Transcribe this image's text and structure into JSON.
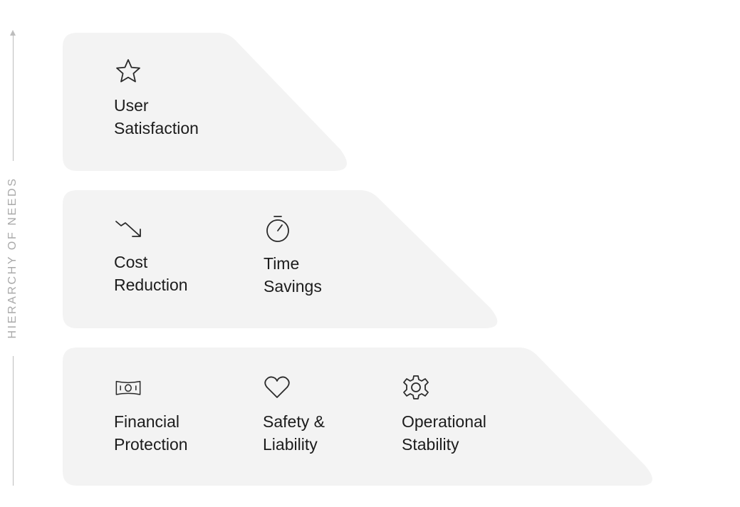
{
  "axis": {
    "label": "HIERARCHY OF NEEDS"
  },
  "tiers": [
    {
      "items": [
        {
          "icon": "star-icon",
          "line1": "User",
          "line2": "Satisfaction"
        }
      ]
    },
    {
      "items": [
        {
          "icon": "trending-down-icon",
          "line1": "Cost",
          "line2": "Reduction"
        },
        {
          "icon": "stopwatch-icon",
          "line1": "Time",
          "line2": "Savings"
        }
      ]
    },
    {
      "items": [
        {
          "icon": "banknote-icon",
          "line1": "Financial",
          "line2": "Protection"
        },
        {
          "icon": "heart-icon",
          "line1": "Safety &",
          "line2": "Liability"
        },
        {
          "icon": "gear-icon",
          "line1": "Operational",
          "line2": "Stability"
        }
      ]
    }
  ],
  "colors": {
    "tier_fill": "#f3f3f3",
    "icon_stroke": "#2a2a2a",
    "axis": "#bdbdbd"
  }
}
